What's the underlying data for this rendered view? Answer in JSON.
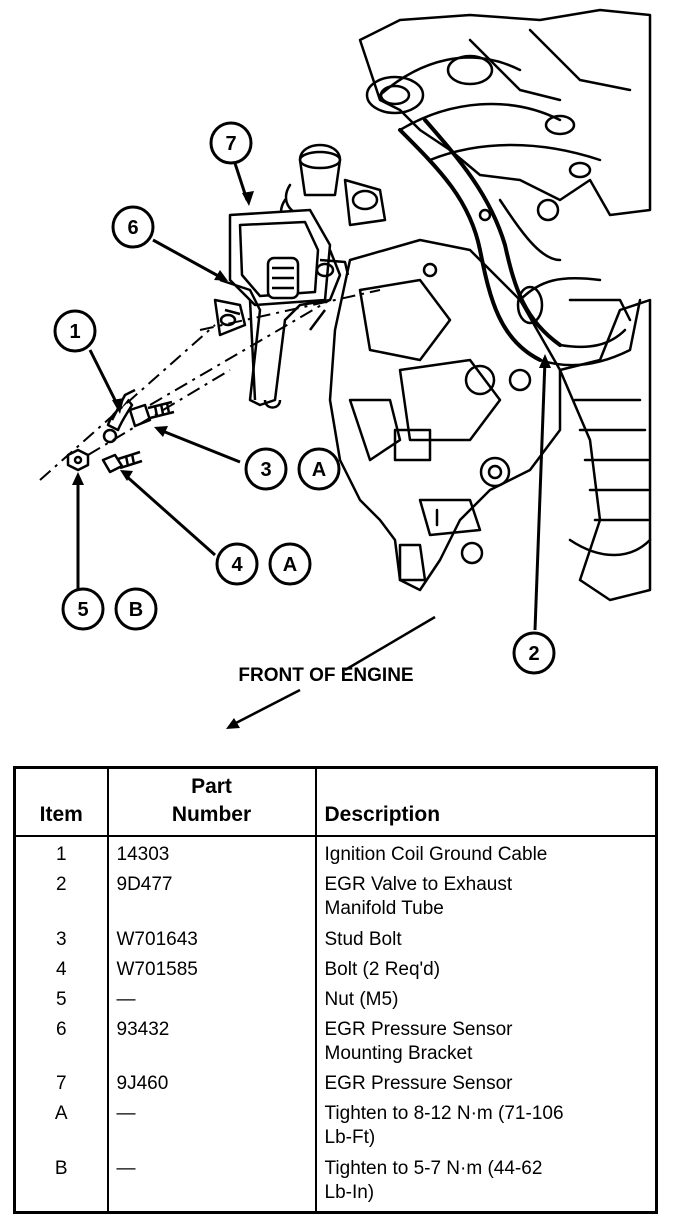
{
  "diagram": {
    "front_label": "FRONT OF ENGINE",
    "callouts": {
      "c1": "1",
      "c2": "2",
      "c3": "3",
      "c4": "4",
      "c5": "5",
      "c6": "6",
      "c7": "7",
      "a3": "A",
      "a4": "A",
      "b5": "B"
    }
  },
  "table": {
    "headers": {
      "item": "Item",
      "part_line1": "Part",
      "part_line2": "Number",
      "description": "Description"
    },
    "rows": [
      {
        "item": "1",
        "part": "14303",
        "desc1": "Ignition Coil Ground Cable",
        "desc2": ""
      },
      {
        "item": "2",
        "part": "9D477",
        "desc1": "EGR Valve to Exhaust",
        "desc2": "Manifold Tube"
      },
      {
        "item": "3",
        "part": "W701643",
        "desc1": "Stud Bolt",
        "desc2": ""
      },
      {
        "item": "4",
        "part": "W701585",
        "desc1": "Bolt (2 Req'd)",
        "desc2": ""
      },
      {
        "item": "5",
        "part": "—",
        "desc1": "Nut (M5)",
        "desc2": ""
      },
      {
        "item": "6",
        "part": "93432",
        "desc1": "EGR Pressure Sensor",
        "desc2": "Mounting Bracket"
      },
      {
        "item": "7",
        "part": "9J460",
        "desc1": "EGR Pressure Sensor",
        "desc2": ""
      },
      {
        "item": "A",
        "part": "—",
        "desc1": "Tighten to 8-12 N·m (71-106",
        "desc2": "Lb-Ft)"
      },
      {
        "item": "B",
        "part": "—",
        "desc1": "Tighten to 5-7 N·m (44-62",
        "desc2": "Lb-In)"
      }
    ]
  }
}
